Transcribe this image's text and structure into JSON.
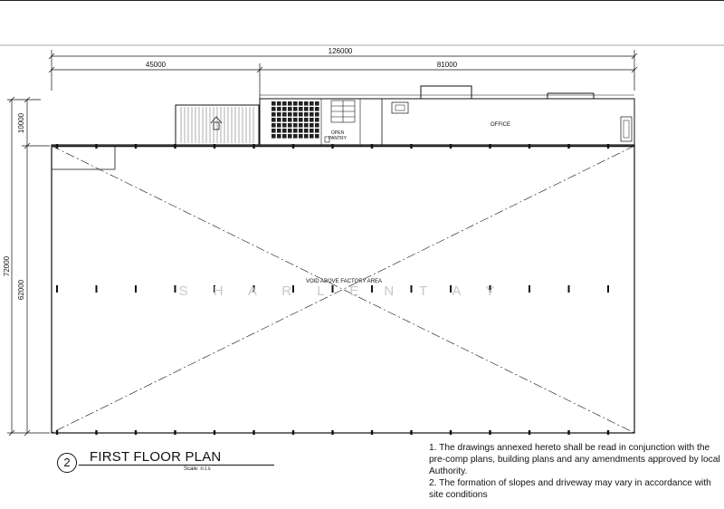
{
  "dimensions": {
    "overall_width": "126000",
    "left_width": "45000",
    "right_width": "81000",
    "top_depth": "10000",
    "overall_depth": "72000",
    "factory_depth": "62000"
  },
  "rooms": {
    "office": "OFFICE",
    "pantry": "OPEN\nPANTRY",
    "void": "VOID ABOVE FACTORY AREA"
  },
  "watermark": "S H A R L E N   T A Y",
  "title": {
    "number": "2",
    "name": "FIRST FLOOR PLAN",
    "scale": "Scale: n.t.s"
  },
  "notes": "1. The drawings annexed hereto shall be read in conjunction with the\npre-comp plans, building plans and any amendments approved by local\nAuthority.\n2. The formation of slopes and driveway may vary in accordance with\nsite conditions",
  "colors": {
    "line": "#111111",
    "watermark": "#c8c8c8"
  }
}
